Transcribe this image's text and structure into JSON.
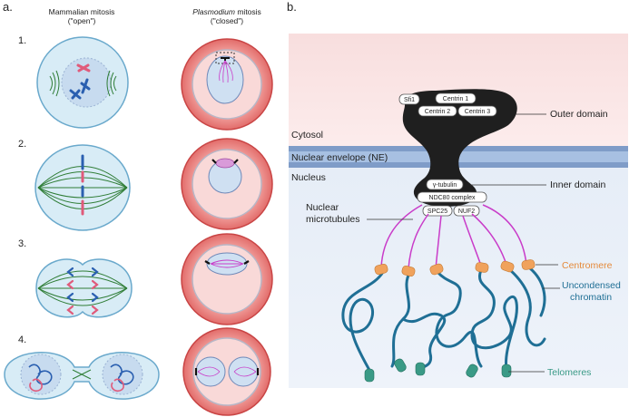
{
  "panel_a": {
    "label": "a.",
    "mammalian_title": "Mammalian mitosis",
    "mammalian_subtitle": "(\"open\")",
    "plasmodium_title_italic": "Plasmodium",
    "plasmodium_title_rest": " mitosis",
    "plasmodium_subtitle": "(\"closed\")",
    "stages": [
      "1.",
      "2.",
      "3.",
      "4."
    ]
  },
  "panel_b": {
    "label": "b.",
    "regions": {
      "cytosol": "Cytosol",
      "nuclear_envelope": "Nuclear envelope (NE)",
      "nucleus": "Nucleus"
    },
    "proteins": {
      "sfi1": "Sfi1",
      "centrin1": "Centrin 1",
      "centrin2": "Centrin 2",
      "centrin3": "Centrin 3",
      "gamma_tubulin": "γ-tubulin",
      "ndc80": "NDC80 complex",
      "spc25": "SPC25",
      "nuf2": "NUF2"
    },
    "annotations": {
      "outer_domain": "Outer domain",
      "inner_domain": "Inner domain",
      "nuclear_mt_line1": "Nuclear",
      "nuclear_mt_line2": "microtubules",
      "centromere": "Centromere",
      "uncondensed_line1": "Uncondensed",
      "uncondensed_line2": "chromatin",
      "telomeres": "Telomeres"
    },
    "colors": {
      "cytosol": "#fbe3e3",
      "nuclear_envelope": "#9ab7dd",
      "nucleus": "#e8eef7",
      "mtoc": "#1f1f1f",
      "microtubule": "#c93cc9",
      "centromere": "#f0a25c",
      "chromatin": "#1f6f95",
      "telomere": "#3a9a86"
    }
  }
}
